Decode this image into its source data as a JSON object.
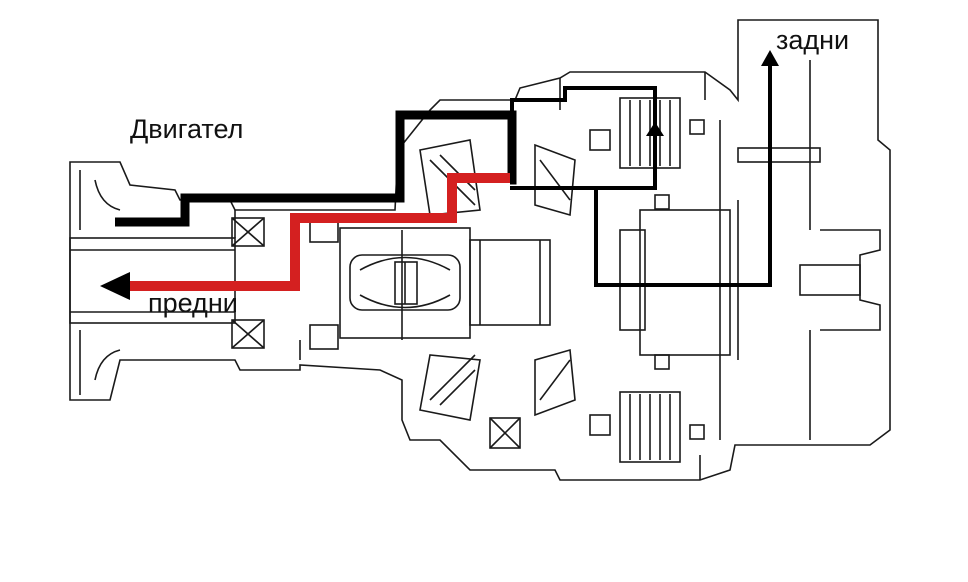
{
  "labels": {
    "engine": "Двигател",
    "front": "предни",
    "rear": "задни"
  },
  "colors": {
    "line_art": "#1a1a1a",
    "engine_path": "#000000",
    "front_path": "#d42020",
    "rear_path": "#000000",
    "background": "#ffffff"
  }
}
